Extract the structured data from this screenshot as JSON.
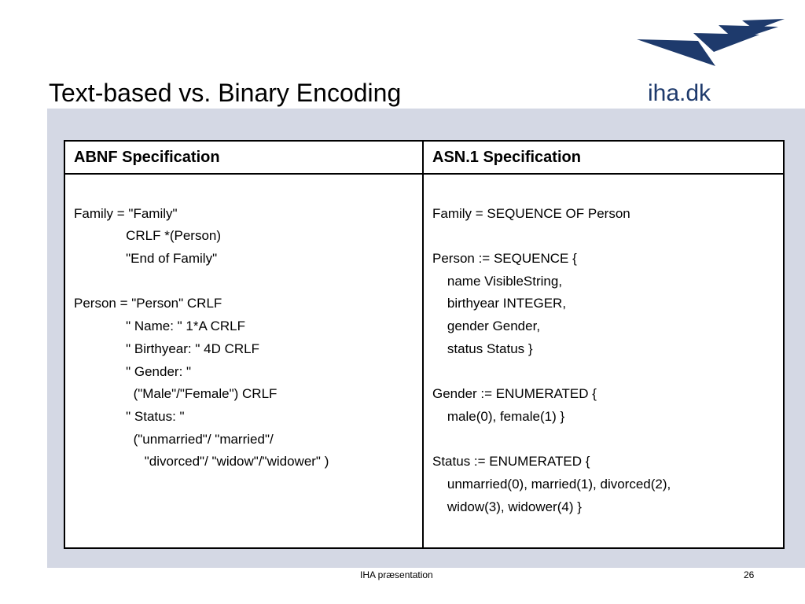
{
  "slide": {
    "title": "Text-based vs. Binary Encoding"
  },
  "logo": {
    "text": "iha.dk",
    "icon": "iha-wing-logo",
    "color": "#1e3a6c"
  },
  "table": {
    "headers": [
      "ABNF Specification",
      "ASN.1 Specification"
    ],
    "left_lines": [
      "Family = \"Family\"",
      "              CRLF *(Person)",
      "              \"End of Family\"",
      "",
      "Person = \"Person\" CRLF",
      "              \" Name: \" 1*A CRLF",
      "              \" Birthyear: \" 4D CRLF",
      "              \" Gender: \"",
      "                (\"Male\"/\"Female\") CRLF",
      "              \" Status: \"",
      "                (\"unmarried\"/ \"married\"/",
      "                   \"divorced\"/ \"widow\"/\"widower\" )"
    ],
    "right_lines": [
      "Family = SEQUENCE OF Person",
      "",
      "Person := SEQUENCE {",
      "    name VisibleString,",
      "    birthyear INTEGER,",
      "    gender Gender,",
      "    status Status }",
      "",
      "Gender := ENUMERATED {",
      "    male(0), female(1) }",
      "",
      "Status := ENUMERATED {",
      "    unmarried(0), married(1), divorced(2),",
      "    widow(3), widower(4) }"
    ]
  },
  "footer": {
    "center": "IHA præsentation",
    "page": "26"
  },
  "colors": {
    "panel": "#d4d8e4",
    "brand": "#1e3a6c"
  }
}
